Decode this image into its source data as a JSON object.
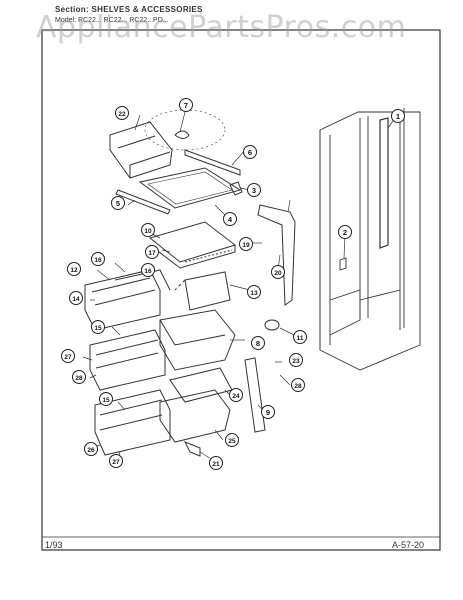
{
  "header": {
    "section_line": "Section:  SHELVES & ACCESSORIES",
    "model_line": "Model: RC22...   RC22...   RC22...PD..."
  },
  "watermark": "AppliancePartsPros.com",
  "footer": {
    "date": "1/93",
    "page_code": "A-57-20"
  },
  "callouts": [
    {
      "id": "1",
      "label": "1"
    },
    {
      "id": "2",
      "label": "2"
    },
    {
      "id": "3",
      "label": "3"
    },
    {
      "id": "4",
      "label": "4"
    },
    {
      "id": "5",
      "label": "5"
    },
    {
      "id": "6",
      "label": "6"
    },
    {
      "id": "7",
      "label": "7"
    },
    {
      "id": "8",
      "label": "8"
    },
    {
      "id": "9",
      "label": "9"
    },
    {
      "id": "10",
      "label": "10"
    },
    {
      "id": "11",
      "label": "11"
    },
    {
      "id": "12",
      "label": "12"
    },
    {
      "id": "13",
      "label": "13"
    },
    {
      "id": "14",
      "label": "14"
    },
    {
      "id": "15a",
      "label": "15"
    },
    {
      "id": "15b",
      "label": "15"
    },
    {
      "id": "16a",
      "label": "16"
    },
    {
      "id": "16b",
      "label": "16"
    },
    {
      "id": "17",
      "label": "17"
    },
    {
      "id": "19",
      "label": "19"
    },
    {
      "id": "20",
      "label": "20"
    },
    {
      "id": "21",
      "label": "21"
    },
    {
      "id": "22",
      "label": "22"
    },
    {
      "id": "23",
      "label": "23"
    },
    {
      "id": "24",
      "label": "24"
    },
    {
      "id": "25",
      "label": "25"
    },
    {
      "id": "26",
      "label": "26"
    },
    {
      "id": "27a",
      "label": "27"
    },
    {
      "id": "27b",
      "label": "27"
    },
    {
      "id": "28a",
      "label": "28"
    },
    {
      "id": "28b",
      "label": "28"
    }
  ]
}
